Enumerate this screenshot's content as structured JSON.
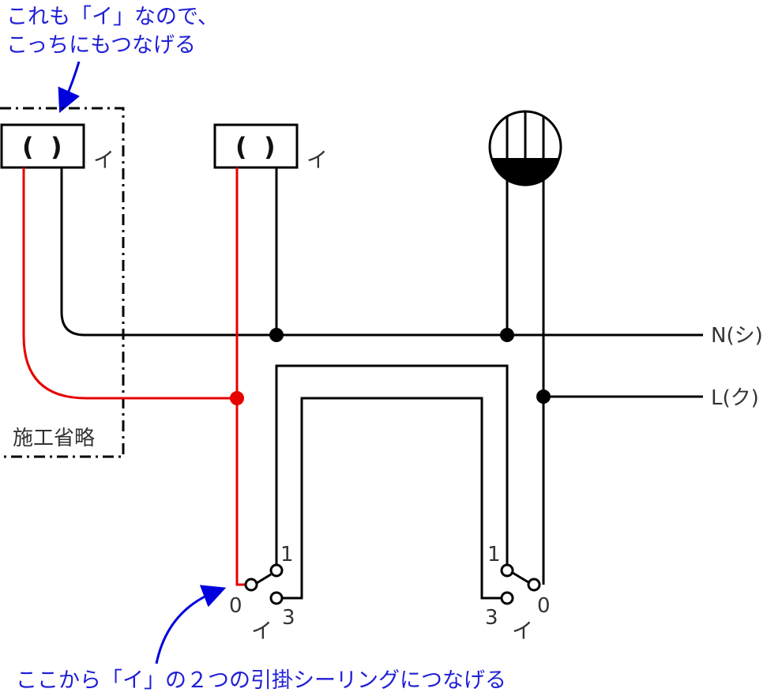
{
  "annotations": {
    "top_line1": "これも「イ」なので、",
    "top_line2": "こっちにもつなげる",
    "bottom": "ここから「イ」の２つの引掛シーリングにつなげる"
  },
  "labels": {
    "outlet_left_mark": "イ",
    "outlet_mid_mark": "イ",
    "omitted": "施工省略",
    "neutral": "N(シ)",
    "line": "L(ク)",
    "switch_left": {
      "t0": "0",
      "t1": "1",
      "t3": "3",
      "mark": "イ"
    },
    "switch_right": {
      "t0": "0",
      "t1": "1",
      "t3": "3",
      "mark": "イ"
    },
    "paren_left": "(",
    "paren_right": ")"
  },
  "colors": {
    "wire": "#000000",
    "red_wire": "#e60000",
    "note": "#1f1fd6",
    "text": "#333333"
  }
}
